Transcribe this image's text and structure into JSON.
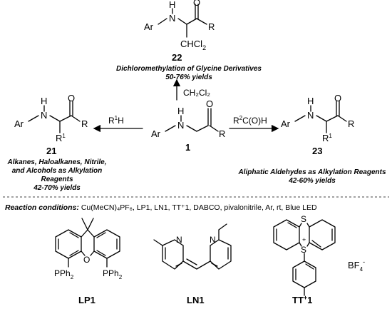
{
  "reaction_top": {
    "compound_number": "22",
    "reagent": "CH₂Cl₂",
    "caption_line1": "Dichloromethylation of Glycine Derivatives",
    "caption_line2": "50-76% yields"
  },
  "reaction_left": {
    "compound_number": "21",
    "reagent_prefix": "R",
    "reagent_sup": "1",
    "reagent_suffix": "H",
    "caption_lines": [
      "Alkanes, Haloalkanes, Nitrile,",
      "and Alcohols as Alkylation",
      "Reagents",
      "42-70% yields"
    ]
  },
  "reaction_right": {
    "compound_number": "23",
    "reagent_prefix": "R",
    "reagent_sup": "2",
    "reagent_suffix": "C(O)H",
    "caption_line1": "Aliphatic Aldehydes as Alkylation Reagents",
    "caption_line2": "42-60% yields"
  },
  "start_material": {
    "compound_number": "1"
  },
  "atoms": {
    "ar": "Ar",
    "h": "H",
    "n": "N",
    "o": "O",
    "r": "R",
    "r1": "R",
    "r1_sup": "1",
    "chcl2": "CHCl",
    "chcl2_sub": "2",
    "s": "S",
    "s_plus": "+",
    "pph2": "PPh",
    "pph2_sub": "2",
    "bf4": "BF",
    "bf4_sub": "4",
    "bf4_sup": "-"
  },
  "conditions": {
    "label": "Reaction conditions:",
    "text": "Cu(MeCN)₄PF₆, LP1, LN1, TT⁺1, DABCO, pivalonitrile, Ar, rt, Blue LED"
  },
  "ligands": {
    "lp1": "LP1",
    "ln1": "LN1",
    "tt1": "TT",
    "tt1_sup": "+",
    "tt1_suffix": "1"
  },
  "colors": {
    "ink": "#000000",
    "divider": "#444444"
  }
}
